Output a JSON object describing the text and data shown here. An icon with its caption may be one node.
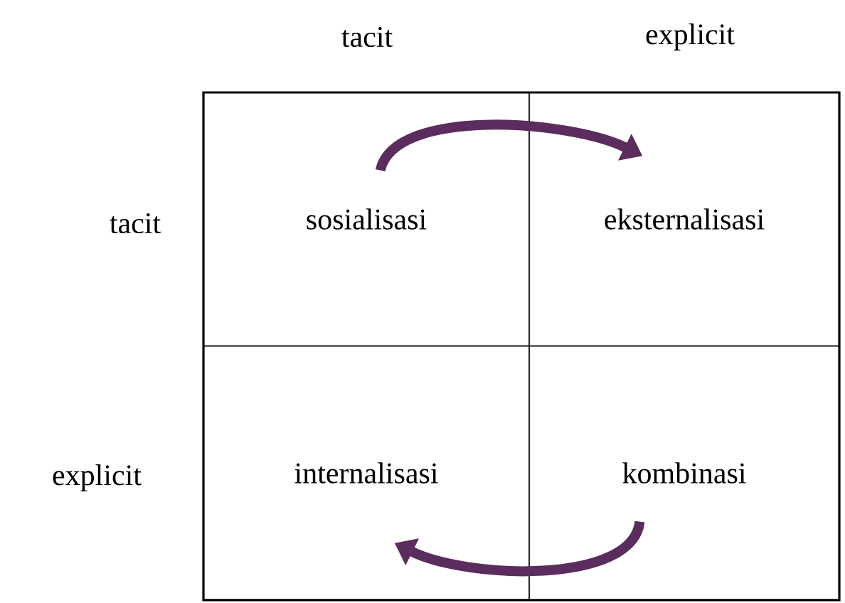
{
  "diagram": {
    "nodes": [
      {
        "text": [
          "sosialisasi"
        ]
      },
      {
        "text": [
          "eksternalisasi"
        ]
      },
      {
        "text": [
          "internalisasi"
        ]
      },
      {
        "text": [
          "kombinasi"
        ]
      }
    ],
    "edges": [
      {
        "from": 0,
        "to": 1,
        "arrow": "to"
      },
      {
        "from": 3,
        "to": 2,
        "arrow": "to"
      }
    ],
    "labels": [
      "tacit",
      "explicit",
      "tacit",
      "explicit"
    ]
  }
}
